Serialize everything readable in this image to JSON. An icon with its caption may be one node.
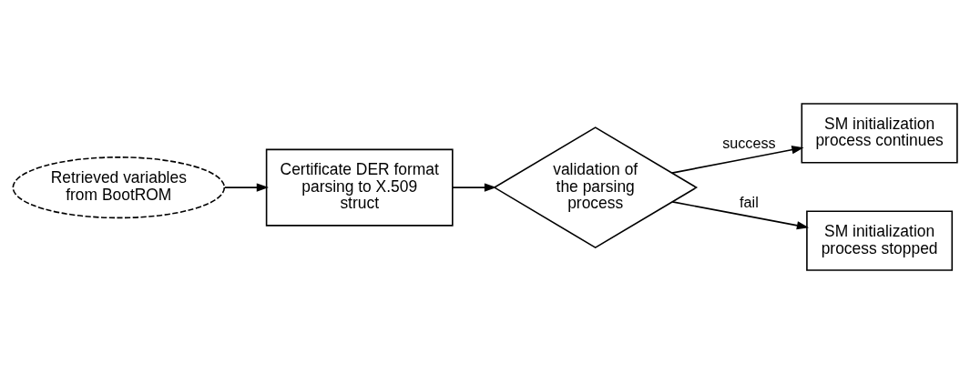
{
  "diagram": {
    "nodes": [
      {
        "text": [
          "Retrieved variables from BootROM"
        ]
      },
      {
        "text": [
          "Certificate DER format parsing to X.509 struct"
        ]
      },
      {
        "text": [
          "validation of the parsing process"
        ]
      },
      {
        "text": [
          "SM initialization process continues"
        ]
      },
      {
        "text": [
          "SM initialization process stopped"
        ]
      }
    ],
    "edges": [
      {
        "from": 0,
        "to": 1,
        "arrow": "to"
      },
      {
        "from": 1,
        "to": 2,
        "arrow": "to"
      },
      {
        "from": 2,
        "to": 3,
        "arrow": "to",
        "label": "success"
      },
      {
        "from": 2,
        "to": 4,
        "arrow": "to",
        "label": "fail"
      }
    ]
  }
}
